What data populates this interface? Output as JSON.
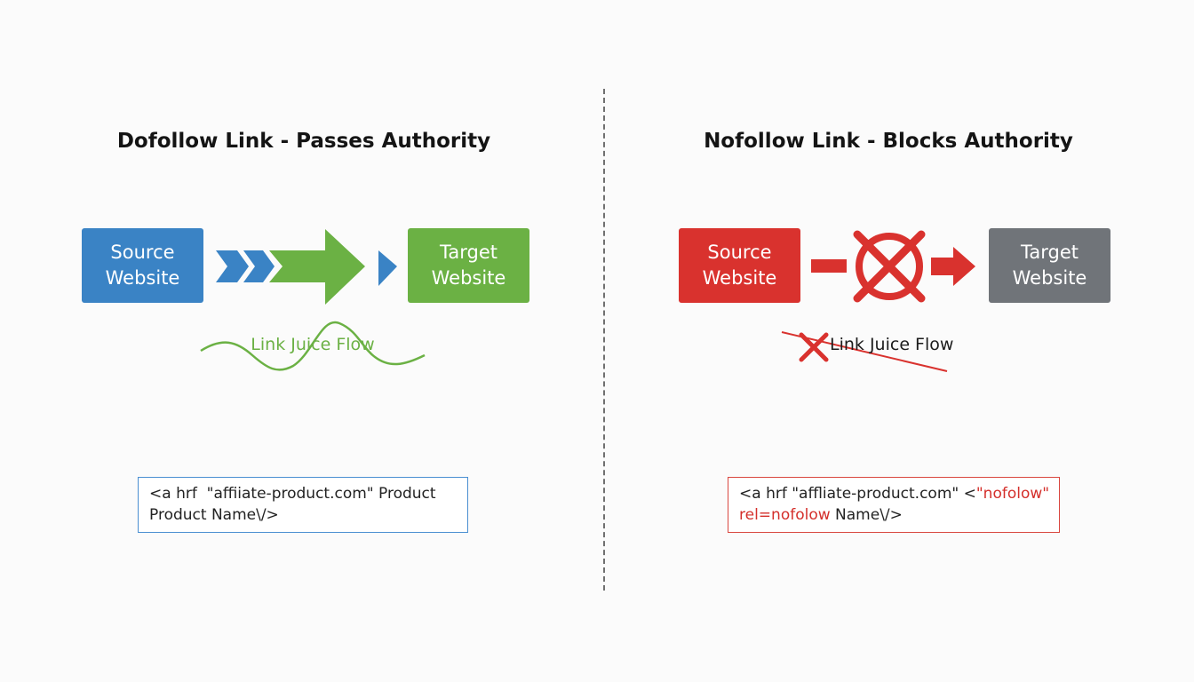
{
  "left": {
    "title": "Dofollow Link - Passes Authority",
    "source": {
      "line1": "Source",
      "line2": "Website"
    },
    "target": {
      "line1": "Target",
      "line2": "Website"
    },
    "flow_label": "Link Juice Flow",
    "code": {
      "line1": "<a hrf  \"affiiate-product.com\" Product",
      "line2": "Product Name\\/>"
    }
  },
  "right": {
    "title": "Nofollow Link - Blocks Authority",
    "source": {
      "line1": "Source",
      "line2": "Website"
    },
    "target": {
      "line1": "Target",
      "line2": "Website"
    },
    "flow_label": "Link Juice Flow",
    "code": {
      "line1_a": "<a hrf \"affliate-product.com\" <",
      "line1_b": "\"nofolow\"",
      "line2_a": "rel=nofolow",
      "line2_b": " Name\\/>"
    }
  },
  "colors": {
    "blue": "#3a83c5",
    "green": "#6bb144",
    "red": "#d9322e",
    "gray": "#707479"
  }
}
